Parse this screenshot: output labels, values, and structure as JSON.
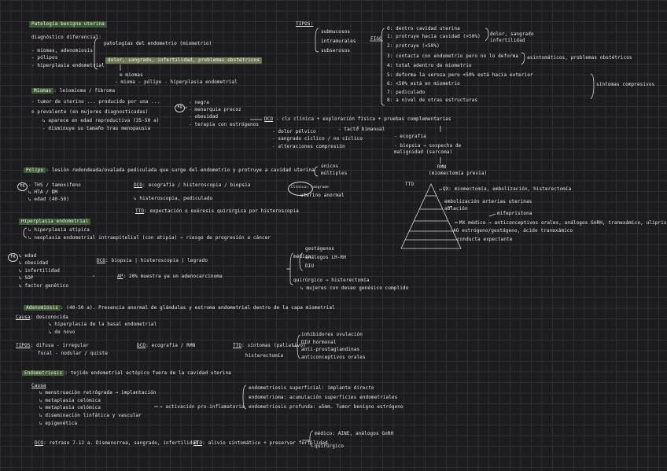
{
  "s1": {
    "title": "Patología benigna uterina",
    "intro": "diagnóstico diferencial:",
    "l1": "- miomas, adenomiosis",
    "l2": "- pólipos",
    "l3": "- hiperplasia endometrial",
    "r1": "patologías del endometrio (miometrio)",
    "r2": "dolor, sangrado, infertilidad, problemas obstétricos",
    "r3": "⊕ miomas",
    "r4": "- mioma - pólipo - hiperplasia endometrial"
  },
  "s2": {
    "title": "Miomas",
    "title_rest": ": leiomioma / fibroma",
    "l1": "- tumor de uterino ... producido por una ...",
    "l2": "⊙ prevalente (en mujeres diagnosticadas)",
    "l3": "↳ aparece en edad reproductiva (35-50 a)",
    "l4": "- disminuye su tamaño tras menopausia",
    "fr_label": "FR",
    "fr1": "- negra",
    "fr2": "- menarquia precoz",
    "fr3": "- obesidad",
    "fr4": "- terapia con estrógenos",
    "dco": "DCO",
    "dco_rest": "- clx clínica + exploración física + pruebas complementarias",
    "dco1": "- dolor pélvico",
    "dco2": "- sangrado cíclico / no cíclico",
    "dco3": "- alteraciones compresión",
    "dco4": "- tacto bimanual",
    "dco5": "- ecografía",
    "dco6": "- biopsia ⇒ sospecha de malignidad (sarcoma)",
    "dco7": "RMN",
    "dco8": "(miomectomía previa)"
  },
  "tipos": {
    "label": "TIPOS:",
    "a": "submucosos",
    "b": "intramurales",
    "c": "subserosos",
    "figo": "FIGO",
    "n0": "0: dentro cavidad uterina",
    "n1": "1: protruye hacia cavidad (>50%)",
    "n2": "2: protruye (<50%)",
    "n3": "3: contacta con endometrio pero no lo deforma",
    "n4": "4: total adentro de miometrio",
    "n5": "5: deforma la serosa pero <50% está hacia exterior",
    "n6": "6: <50% está en miometrio",
    "n7": "7: pediculado",
    "n8": "8: a nivel de otras estructuras",
    "b1": "dolor, sangrado",
    "b1b": "infertilidad",
    "b2": "asintomáticos, problemas obstétricos",
    "b3": "síntomas compresivos"
  },
  "s3": {
    "title": "Pólipo",
    "title_rest": ": lesión redondeada/ovalada pediculada que surge del endometrio y protruye a cavidad uterina",
    "right1": "únicos",
    "right2": "múltiples",
    "fr": "FR",
    "fr1": "- THS / tamoxifeno",
    "fr2": "↳ HTA / DM",
    "fr3": "↳ edad (40-50)",
    "dco": "DCO",
    "dco_rest": ": ecografía / histeroscopia / biopsia",
    "dco2": "↳ histeroscopia, pediculado",
    "tto": "TTO",
    "tto_rest": ": expectación o exéresis quirúrgica por histeroscopia",
    "circ1": "Clínica: sangrado",
    "circ2": "uterino anormal"
  },
  "pyr": {
    "label": "TTO",
    "p1": "QX: miomectomía, embolización, histerectomía",
    "p2": "embolización arterias uterinas",
    "p3": "ablación",
    "p4": "mifepristona",
    "p5": "MX médico ⇒ anticonceptivos orales, análogos GnRH, tranexámico, ulipristal",
    "p6": "AO estrógeno/gestágeno, ácido tranexámico",
    "p7": "conducta expectante"
  },
  "s4": {
    "title": "Hiperplasia endometrial",
    "l1": "↳ hiperplasia atípica",
    "l2": "↳ neoplasia endometrial intraepitelial (con atipia) ⇒ riesgo de progresión a cáncer",
    "fr": "FR",
    "f1": "↳ edad",
    "f2": "↳ obesidad",
    "f3": "↳ infertilidad",
    "f4": "↳ SOP",
    "f5": "↳ factor genético",
    "dco": "DCO",
    "dco_rest": ": biopsia | histeroscopia | legrado",
    "ap": "AP",
    "ap_rest": ": 20% muestra ya un adenocarcinoma",
    "m1": "médica",
    "m2": "gestágenos",
    "m3": "análogos LH-RH",
    "m4": "DIU",
    "q1": "quirúrgico ⇒ histerectomía",
    "q2": "↳ mujeres con deseo genésico cumplido"
  },
  "s5": {
    "title": "Adenomiosis",
    "title_rest": ": (40-50 a). Presencia anormal de glándulas y estroma endometrial dentro de la capa miometrial",
    "causa": "Causa",
    "causa_rest": ": desconocida",
    "c1": "↳ hiperplasia de la basal endometrial",
    "c2": "↳ de novo",
    "tipos": "TIPOS",
    "t1": ": difusa - irregular",
    "t2": "focal - nodular / quiste",
    "dco": "DCO",
    "dco_rest": ": ecografía / RMN",
    "tto": "TTO",
    "tto_rest": ": síntomas (paliativo)",
    "tto2": "histerectomía",
    "o1": "inhibidores ovulación",
    "o2": "DIU hormonal",
    "o3": "anti-prostaglandinas",
    "o4": "anticonceptivos orales"
  },
  "s6": {
    "title": "Endometriosis",
    "title_rest": ": tejido endometrial ectópico fuera de la cavidad uterina",
    "causa": "Causa",
    "c1": "↳ menstruación retrógrada → implantación",
    "c2": "↳ metaplasia celómica",
    "c3": "↳ metaplasia celómica",
    "c4": "↳ diseminación linfática y vascular",
    "c5": "↳ epigenética",
    "mid": "⇒ activación pro-inflamatoria",
    "r1": "endometriosis superficial: implante directo",
    "r2": "endometrioma: acumulación superficies endometriales",
    "r3": "endometriosis profunda: ≥5mm. Tumor benigno estrógeno",
    "dco": "DCO",
    "dco_rest": ": retraso 7-12 a. Dismenorrea, sangrado, infertilidad",
    "tto": "TTO",
    "tto_rest": ": alivio sintomático + preservar fertilidad",
    "e1": "médico: AINE, análogos GnRH",
    "e2": "quirúrgico"
  }
}
